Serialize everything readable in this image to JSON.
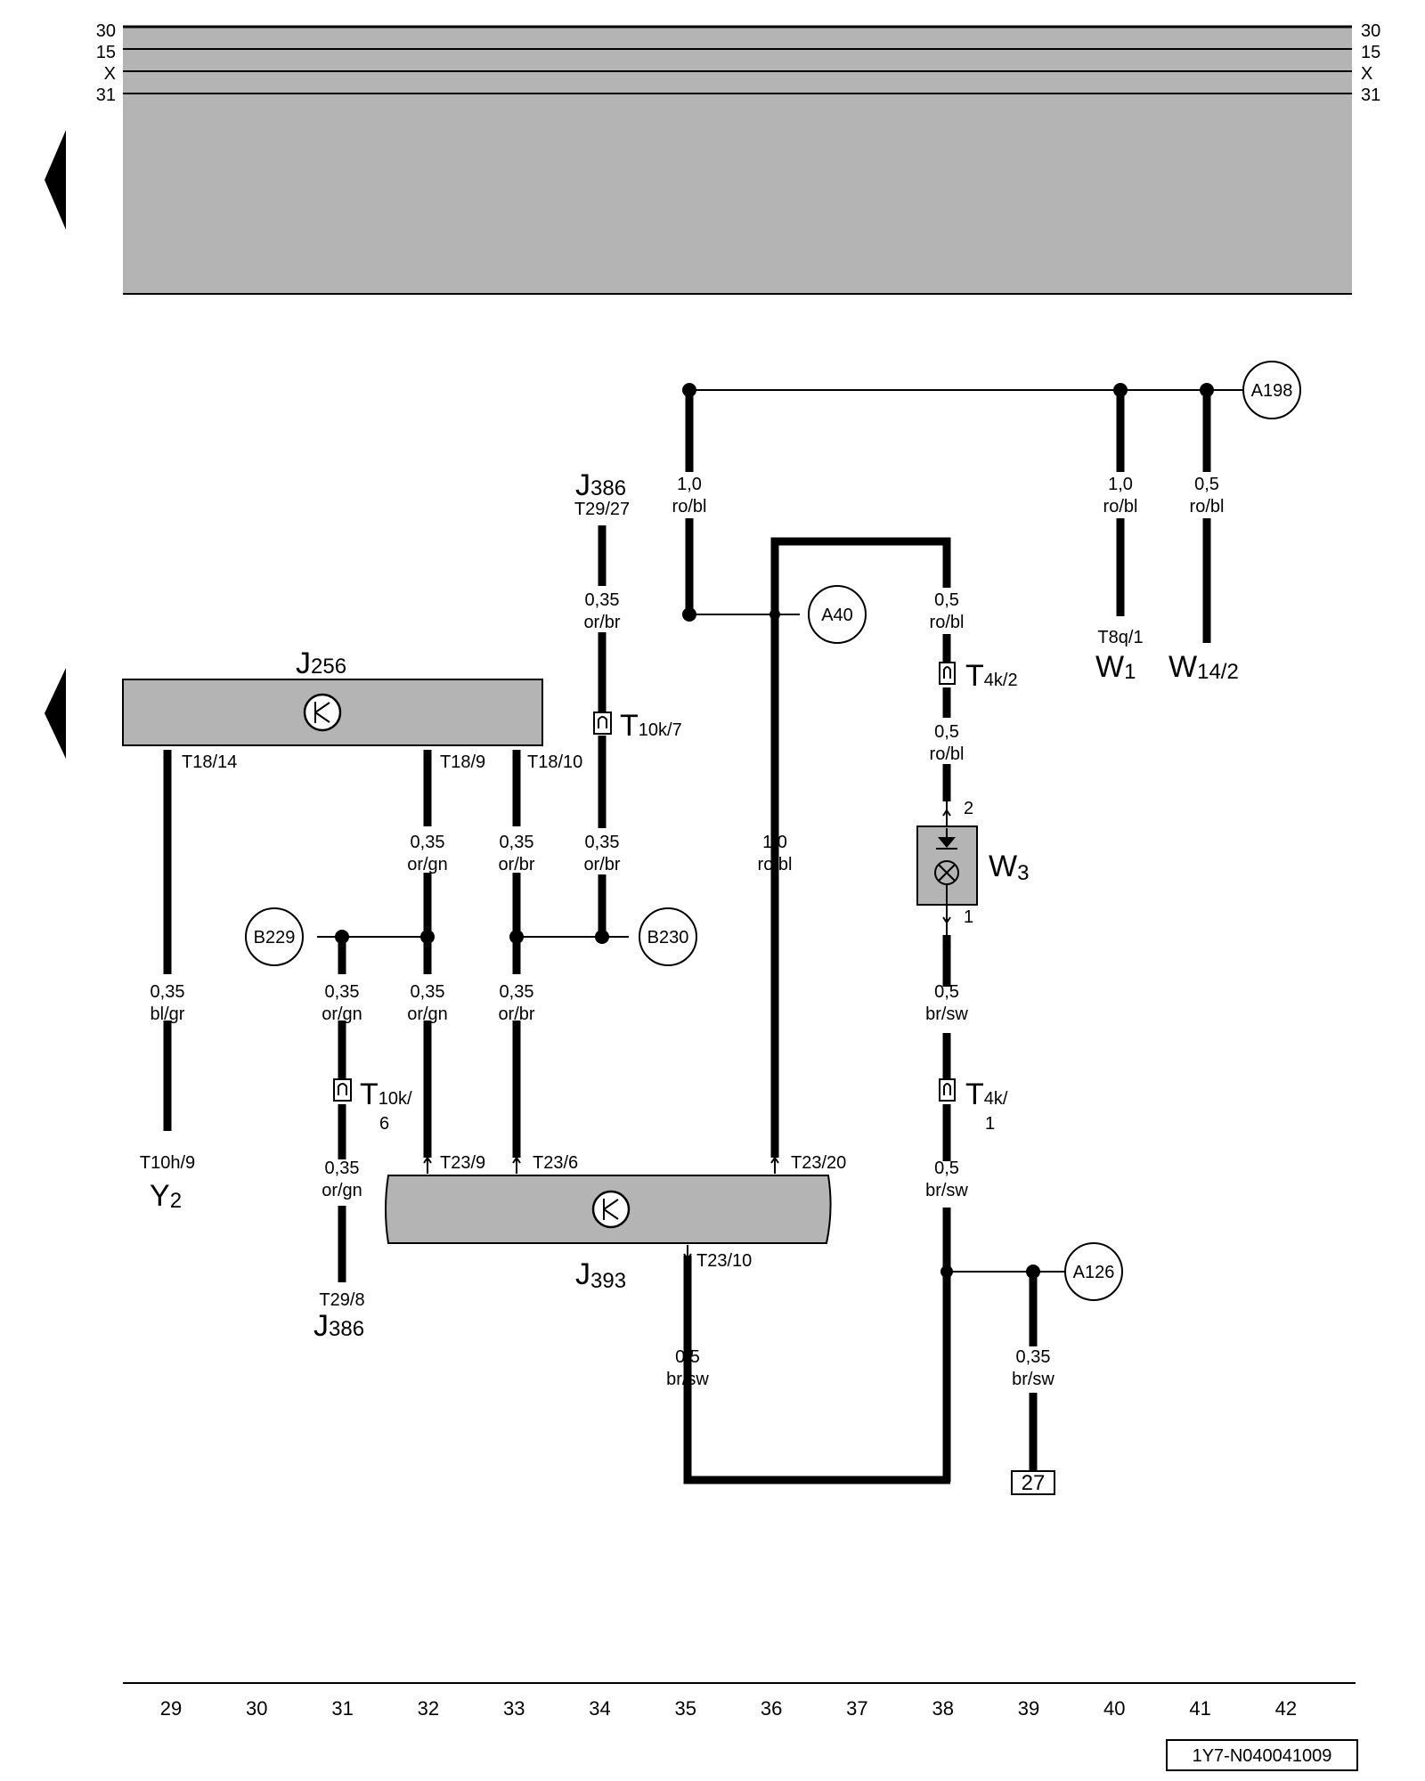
{
  "bus_lines": [
    "30",
    "15",
    "X",
    "31"
  ],
  "references": {
    "a198": "A198",
    "a40": "A40",
    "a126": "A126",
    "b229": "B229",
    "b230": "B230",
    "box27": "27"
  },
  "components": {
    "j256": {
      "letter": "J",
      "sub": "256"
    },
    "j393": {
      "letter": "J",
      "sub": "393"
    },
    "w3": {
      "letter": "W",
      "sub": "3"
    },
    "w1": {
      "letter": "W",
      "sub": "1"
    },
    "w14": {
      "letter": "W",
      "sub": "14/2"
    },
    "y2": {
      "letter": "Y",
      "sub": "2"
    },
    "j386_top": {
      "letter": "J",
      "sub": "386"
    },
    "j386_bottom": {
      "letter": "J",
      "sub": "386"
    }
  },
  "connectors": {
    "t10k7": {
      "letter": "T",
      "sub": "10k/7"
    },
    "t4k2": {
      "letter": "T",
      "sub": "4k/2"
    },
    "t10k6": {
      "letter": "T",
      "sub": "10k/",
      "line2": "6"
    },
    "t4k1": {
      "letter": "T",
      "sub": "4k/",
      "line2": "1"
    }
  },
  "pins": {
    "t18_14": "T18/14",
    "t18_9": "T18/9",
    "t18_10": "T18/10",
    "t23_9": "T23/9",
    "t23_6": "T23/6",
    "t23_20": "T23/20",
    "t23_10": "T23/10",
    "t29_27": "T29/27",
    "t29_8": "T29/8",
    "t10h_9": "T10h/9",
    "t8q_1": "T8q/1",
    "w3_pin2": "2",
    "w3_pin1": "1"
  },
  "wires": {
    "w1_top": {
      "size": "1,0",
      "color": "ro/bl"
    },
    "w_a198_a": {
      "size": "1,0",
      "color": "ro/bl"
    },
    "w_a198_b": {
      "size": "0,5",
      "color": "ro/bl"
    },
    "w_j386_top": {
      "size": "0,35",
      "color": "or/br"
    },
    "w_w3_top1": {
      "size": "0,5",
      "color": "ro/bl"
    },
    "w_w3_top2": {
      "size": "0,5",
      "color": "ro/bl"
    },
    "w_t18_9": {
      "size": "0,35",
      "color": "or/gn"
    },
    "w_t18_10": {
      "size": "0,35",
      "color": "or/br"
    },
    "w_t10k7_low": {
      "size": "0,35",
      "color": "or/br"
    },
    "w_col36": {
      "size": "1,0",
      "color": "ro/bl"
    },
    "w_y2": {
      "size": "0,35",
      "color": "bl/gr"
    },
    "w_b229": {
      "size": "0,35",
      "color": "or/gn"
    },
    "w_t23_9": {
      "size": "0,35",
      "color": "or/gn"
    },
    "w_t23_6": {
      "size": "0,35",
      "color": "or/br"
    },
    "w_w3_low1": {
      "size": "0,5",
      "color": "br/sw"
    },
    "w_w3_low2": {
      "size": "0,5",
      "color": "br/sw"
    },
    "w_t10k6_low": {
      "size": "0,35",
      "color": "or/gn"
    },
    "w_t23_10": {
      "size": "0,5",
      "color": "br/sw"
    },
    "w_a126": {
      "size": "0,35",
      "color": "br/sw"
    }
  },
  "columns": [
    "29",
    "30",
    "31",
    "32",
    "33",
    "34",
    "35",
    "36",
    "37",
    "38",
    "39",
    "40",
    "41",
    "42"
  ],
  "document_id": "1Y7-N040041009",
  "colors": {
    "panel_gray": "#b4b4b4",
    "line": "#000000"
  }
}
